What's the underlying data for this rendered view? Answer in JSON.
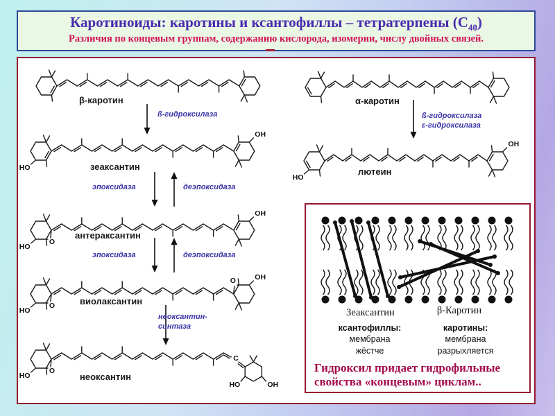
{
  "header": {
    "title_pre": "Каротиноиды: каротины и ксантофиллы – тетратерпены (C",
    "title_sub": "40",
    "title_post": ")",
    "subtitle": "Различия по концевым группам, содержанию кислорода, изомерии, числу двойных связей."
  },
  "left_pathway": {
    "beta_carotene_label": "β-каротин",
    "hydroxylase_label": "ß-гидроксилаза",
    "zeaxanthin_label": "зеаксантин",
    "epoxidase_label": "эпоксидаза",
    "deepoxidase_label": "деэпоксидаза",
    "antheraxanthin_label": "антераксантин",
    "violaxanthin_label": "виолаксантин",
    "neoxanthin_synthase_line1": "неоксантин-",
    "neoxanthin_synthase_line2": "синтаза",
    "neoxanthin_label": "неоксантин"
  },
  "right_pathway": {
    "alpha_carotene_label": "α-каротин",
    "b_hydroxylase_label": "ß-гидроксилаза",
    "e_hydroxylase_label": "ε-гидроксилаза",
    "lutein_label": "лютеин"
  },
  "membrane_panel": {
    "zeaxanthin_label": "Зеаксантин",
    "beta_carotene_label": "β-Каротин",
    "xanthophylls_heading": "ксантофиллы:",
    "xanthophylls_line1": "мембрана",
    "xanthophylls_line2": "жёстче",
    "carotenes_heading": "каротины:",
    "carotenes_line1": "мембрана",
    "carotenes_line2": "разрыхляется",
    "conclusion": "Гидроксил придает гидрофильные свойства «концевым» циклам.."
  },
  "atoms": {
    "oh": "OH",
    "ho": "HO",
    "o": "O",
    "c": "C"
  },
  "colors": {
    "title_violet": "#4a2bae",
    "subtitle_crimson": "#d11257",
    "border_navy": "#2d4a9a",
    "border_maroon": "#96192e",
    "enzyme_blue": "#3c35a8",
    "conclusion_crimson": "#a30c4b",
    "header_bg_green": "#e9f7e4"
  }
}
